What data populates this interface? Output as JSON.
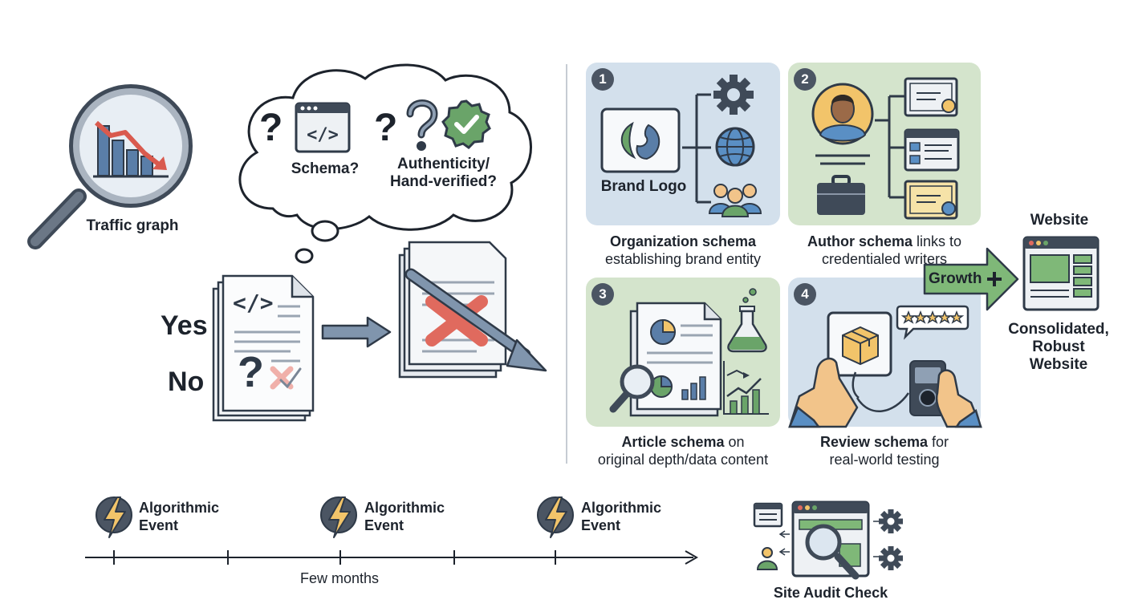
{
  "left": {
    "traffic_label": "Traffic graph",
    "thought": {
      "schema_label": "Schema?",
      "auth_label": "Authenticity/\nHand-verified?",
      "question_mark": "?"
    },
    "doc": {
      "yes_label": "Yes",
      "no_label": "No",
      "code_glyph": "</>",
      "question_mark": "?"
    }
  },
  "panels": [
    {
      "number": "1",
      "inner_label": "Brand Logo",
      "caption_bold": "Organization schema",
      "caption_rest": "establishing brand entity"
    },
    {
      "number": "2",
      "caption_bold": "Author schema",
      "caption_rest_inline": " links to",
      "caption_rest": "credentialed writers"
    },
    {
      "number": "3",
      "caption_bold": "Article schema",
      "caption_rest_inline": " on",
      "caption_rest": "original depth/data content"
    },
    {
      "number": "4",
      "caption_bold": "Review schema",
      "caption_rest_inline": " for",
      "caption_rest": "real-world testing"
    }
  ],
  "growth": {
    "arrow_label": "Growth",
    "website_title": "Website",
    "website_caption": "Consolidated,\nRobust\nWebsite"
  },
  "timeline": {
    "events": [
      {
        "label": "Algorithmic\nEvent"
      },
      {
        "label": "Algorithmic\nEvent"
      },
      {
        "label": "Algorithmic\nEvent"
      }
    ],
    "duration_label": "Few months"
  },
  "audit": {
    "label": "Site Audit Check"
  },
  "colors": {
    "dark": "#3f4a58",
    "red": "#e06a5e",
    "blue_panel": "#d3e0ec",
    "green_panel": "#d4e4cc",
    "green_accent": "#6aa469",
    "growth_green": "#7fb878"
  }
}
